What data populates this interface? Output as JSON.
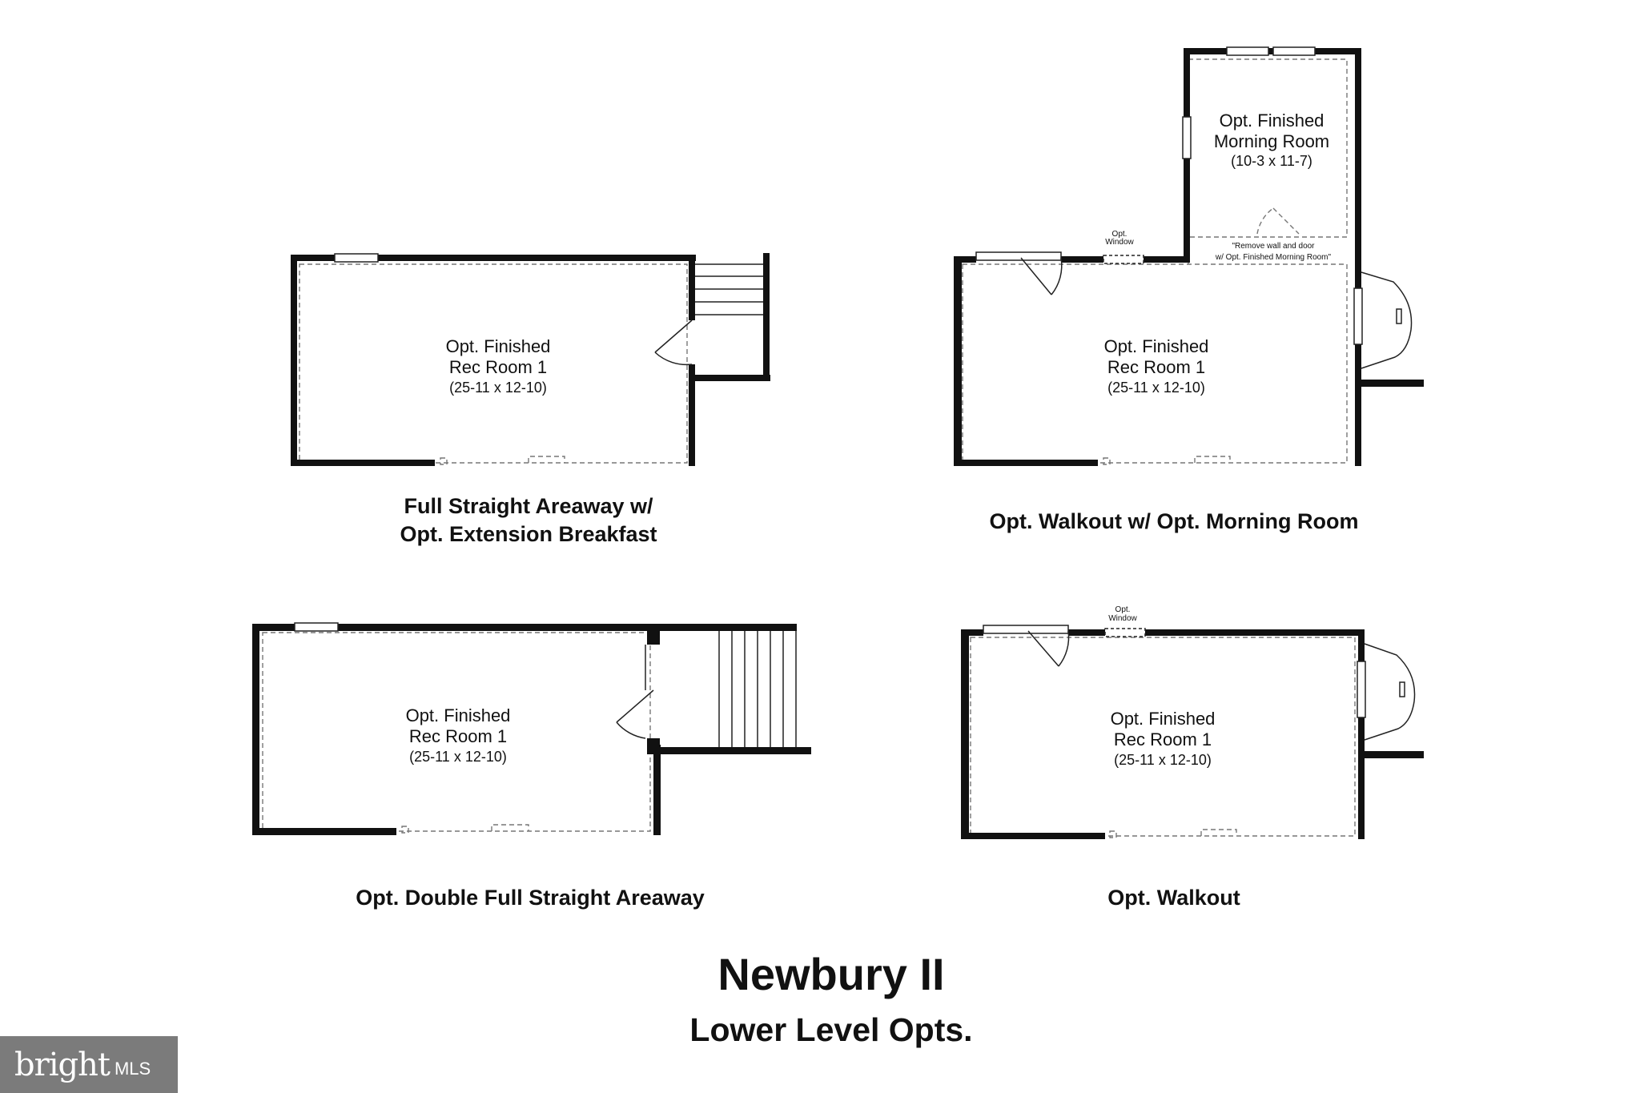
{
  "plans": [
    {
      "caption_line1": "Full Straight Areaway w/",
      "caption_line2": "Opt. Extension Breakfast",
      "room": {
        "name_line1": "Opt. Finished",
        "name_line2": "Rec Room 1",
        "dims": "(25-11 x 12-10)"
      }
    },
    {
      "caption": "Opt. Walkout w/ Opt. Morning Room",
      "room": {
        "name_line1": "Opt. Finished",
        "name_line2": "Rec Room 1",
        "dims": "(25-11 x 12-10)"
      },
      "morning_room": {
        "name_line1": "Opt. Finished",
        "name_line2": "Morning Room",
        "dims": "(10-3 x 11-7)"
      },
      "window_label_line1": "Opt.",
      "window_label_line2": "Window",
      "note_line1": "\"Remove wall and door",
      "note_line2": "w/ Opt. Finished Morning Room\""
    },
    {
      "caption": "Opt. Double Full Straight Areaway",
      "room": {
        "name_line1": "Opt. Finished",
        "name_line2": "Rec Room 1",
        "dims": "(25-11 x 12-10)"
      }
    },
    {
      "caption": "Opt. Walkout",
      "room": {
        "name_line1": "Opt. Finished",
        "name_line2": "Rec Room 1",
        "dims": "(25-11 x 12-10)"
      },
      "window_label_line1": "Opt.",
      "window_label_line2": "Window"
    }
  ],
  "title": "Newbury II",
  "subtitle": "Lower Level Opts.",
  "watermark": {
    "logo": "bright",
    "suffix": "MLS"
  }
}
